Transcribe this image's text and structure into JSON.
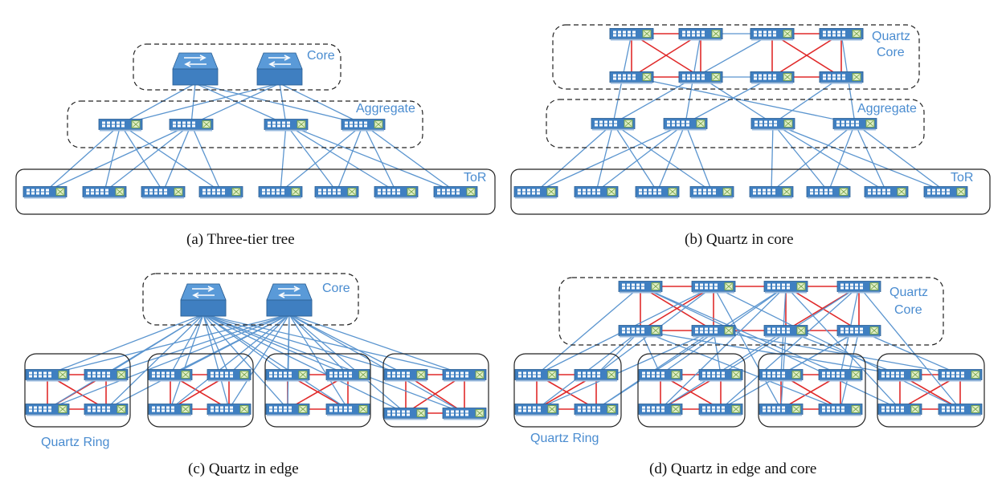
{
  "colors": {
    "link_blue": "#5b95cf",
    "link_red": "#e02a2a",
    "label_blue": "#4a8cd0",
    "switch_fill": "#3f7fc1"
  },
  "icons": {
    "core_router": "router-icon",
    "switch": "switch-icon"
  },
  "panels": {
    "a": {
      "caption": "(a)  Three-tier tree",
      "core_label": "Core",
      "aggregate_label": "Aggregate",
      "tor_label": "ToR"
    },
    "b": {
      "caption": "(b)  Quartz in core",
      "core_label_line1": "Quartz",
      "core_label_line2": "Core",
      "aggregate_label": "Aggregate",
      "tor_label": "ToR"
    },
    "c": {
      "caption": "(c)  Quartz in edge",
      "core_label": "Core",
      "ring_label": "Quartz Ring"
    },
    "d": {
      "caption": "(d)  Quartz in edge and core",
      "core_label_line1": "Quartz",
      "core_label_line2": "Core",
      "ring_label": "Quartz Ring"
    }
  }
}
